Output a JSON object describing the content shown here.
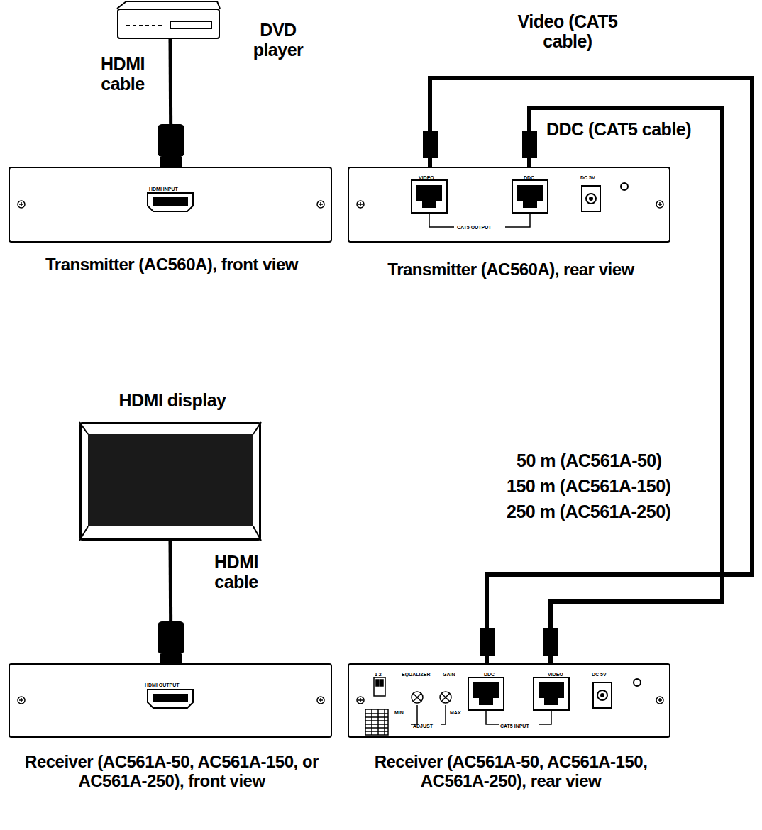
{
  "diagram": {
    "nodes": [
      {
        "text": [
          "DVD player"
        ]
      },
      {
        "text": [
          "Transmitter (AC560A), front view",
          "HDMI INPUT"
        ]
      },
      {
        "text": [
          "Transmitter (AC560A), rear view",
          "VIDEO",
          "DDC",
          "DC 5V",
          "CAT5 OUTPUT"
        ]
      },
      {
        "text": [
          "HDMI display"
        ]
      },
      {
        "text": [
          "Receiver (AC561A-50, AC561A-150, or AC561A-250), front view",
          "HDMI OUTPUT"
        ]
      },
      {
        "text": [
          "Receiver (AC561A-50, AC561A-150, AC561A-250), rear view",
          "1 2",
          "EQUALIZER",
          "GAIN",
          "MIN",
          "MAX",
          "ADJUST",
          "DDC",
          "VIDEO",
          "CAT5 INPUT",
          "DC 5V"
        ]
      }
    ],
    "edges": [
      {
        "from": 0,
        "to": 1,
        "label": "HDMI cable",
        "arrow": "none"
      },
      {
        "from": 3,
        "to": 4,
        "label": "HDMI cable",
        "arrow": "none"
      },
      {
        "from": 2,
        "to": 5,
        "label": "Video (CAT5 cable)",
        "arrow": "none"
      },
      {
        "from": 2,
        "to": 5,
        "label": "DDC (CAT5 cable)",
        "arrow": "none"
      }
    ],
    "labels": [
      "50 m (AC561A-50)",
      "150 m (AC561A-150)",
      "250 m (AC561A-250)"
    ]
  }
}
